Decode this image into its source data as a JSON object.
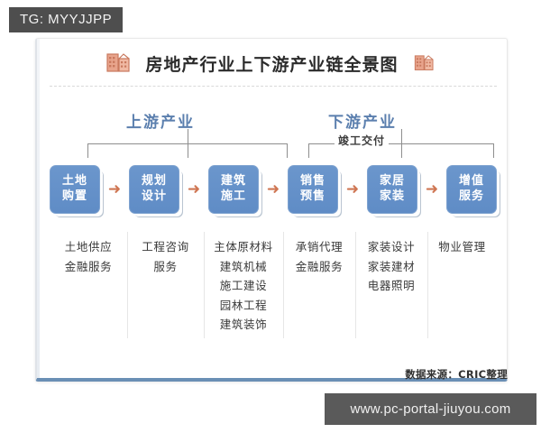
{
  "watermarks": {
    "tg_badge": "TG: MYYJJPP",
    "site": "www.pc-portal-jiuyou.com"
  },
  "card": {
    "title": "房地产行业上下游产业链全景图",
    "left_icon": "building-icon",
    "right_icon": "building-icon",
    "source_note": "数据来源：CRIC整理"
  },
  "sections": {
    "upstream_label": "上游产业",
    "downstream_label": "下游产业",
    "delivery_label": "竣工交付"
  },
  "flow": {
    "arrow_glyph": "➜",
    "nodes": [
      {
        "line1": "土地",
        "line2": "购置"
      },
      {
        "line1": "规划",
        "line2": "设计"
      },
      {
        "line1": "建筑",
        "line2": "施工"
      },
      {
        "line1": "销售",
        "line2": "预售"
      },
      {
        "line1": "家居",
        "line2": "家装"
      },
      {
        "line1": "增值",
        "line2": "服务"
      }
    ]
  },
  "columns": [
    {
      "items": [
        "土地供应",
        "金融服务"
      ]
    },
    {
      "items": [
        "工程咨询",
        "服务"
      ]
    },
    {
      "items": [
        "主体原材料",
        "建筑机械",
        "施工建设",
        "园林工程",
        "建筑装饰"
      ]
    },
    {
      "items": [
        "承销代理",
        "金融服务"
      ]
    },
    {
      "items": [
        "家装设计",
        "家装建材",
        "电器照明"
      ]
    },
    {
      "items": [
        "物业管理"
      ]
    }
  ],
  "colors": {
    "node_blue": "#5f8cc6",
    "arrow_orange": "#cf7653",
    "heading_blue": "#5b7fae",
    "card_bottom_border": "#6a8fb5",
    "badge_gray": "#4e4e4e"
  }
}
